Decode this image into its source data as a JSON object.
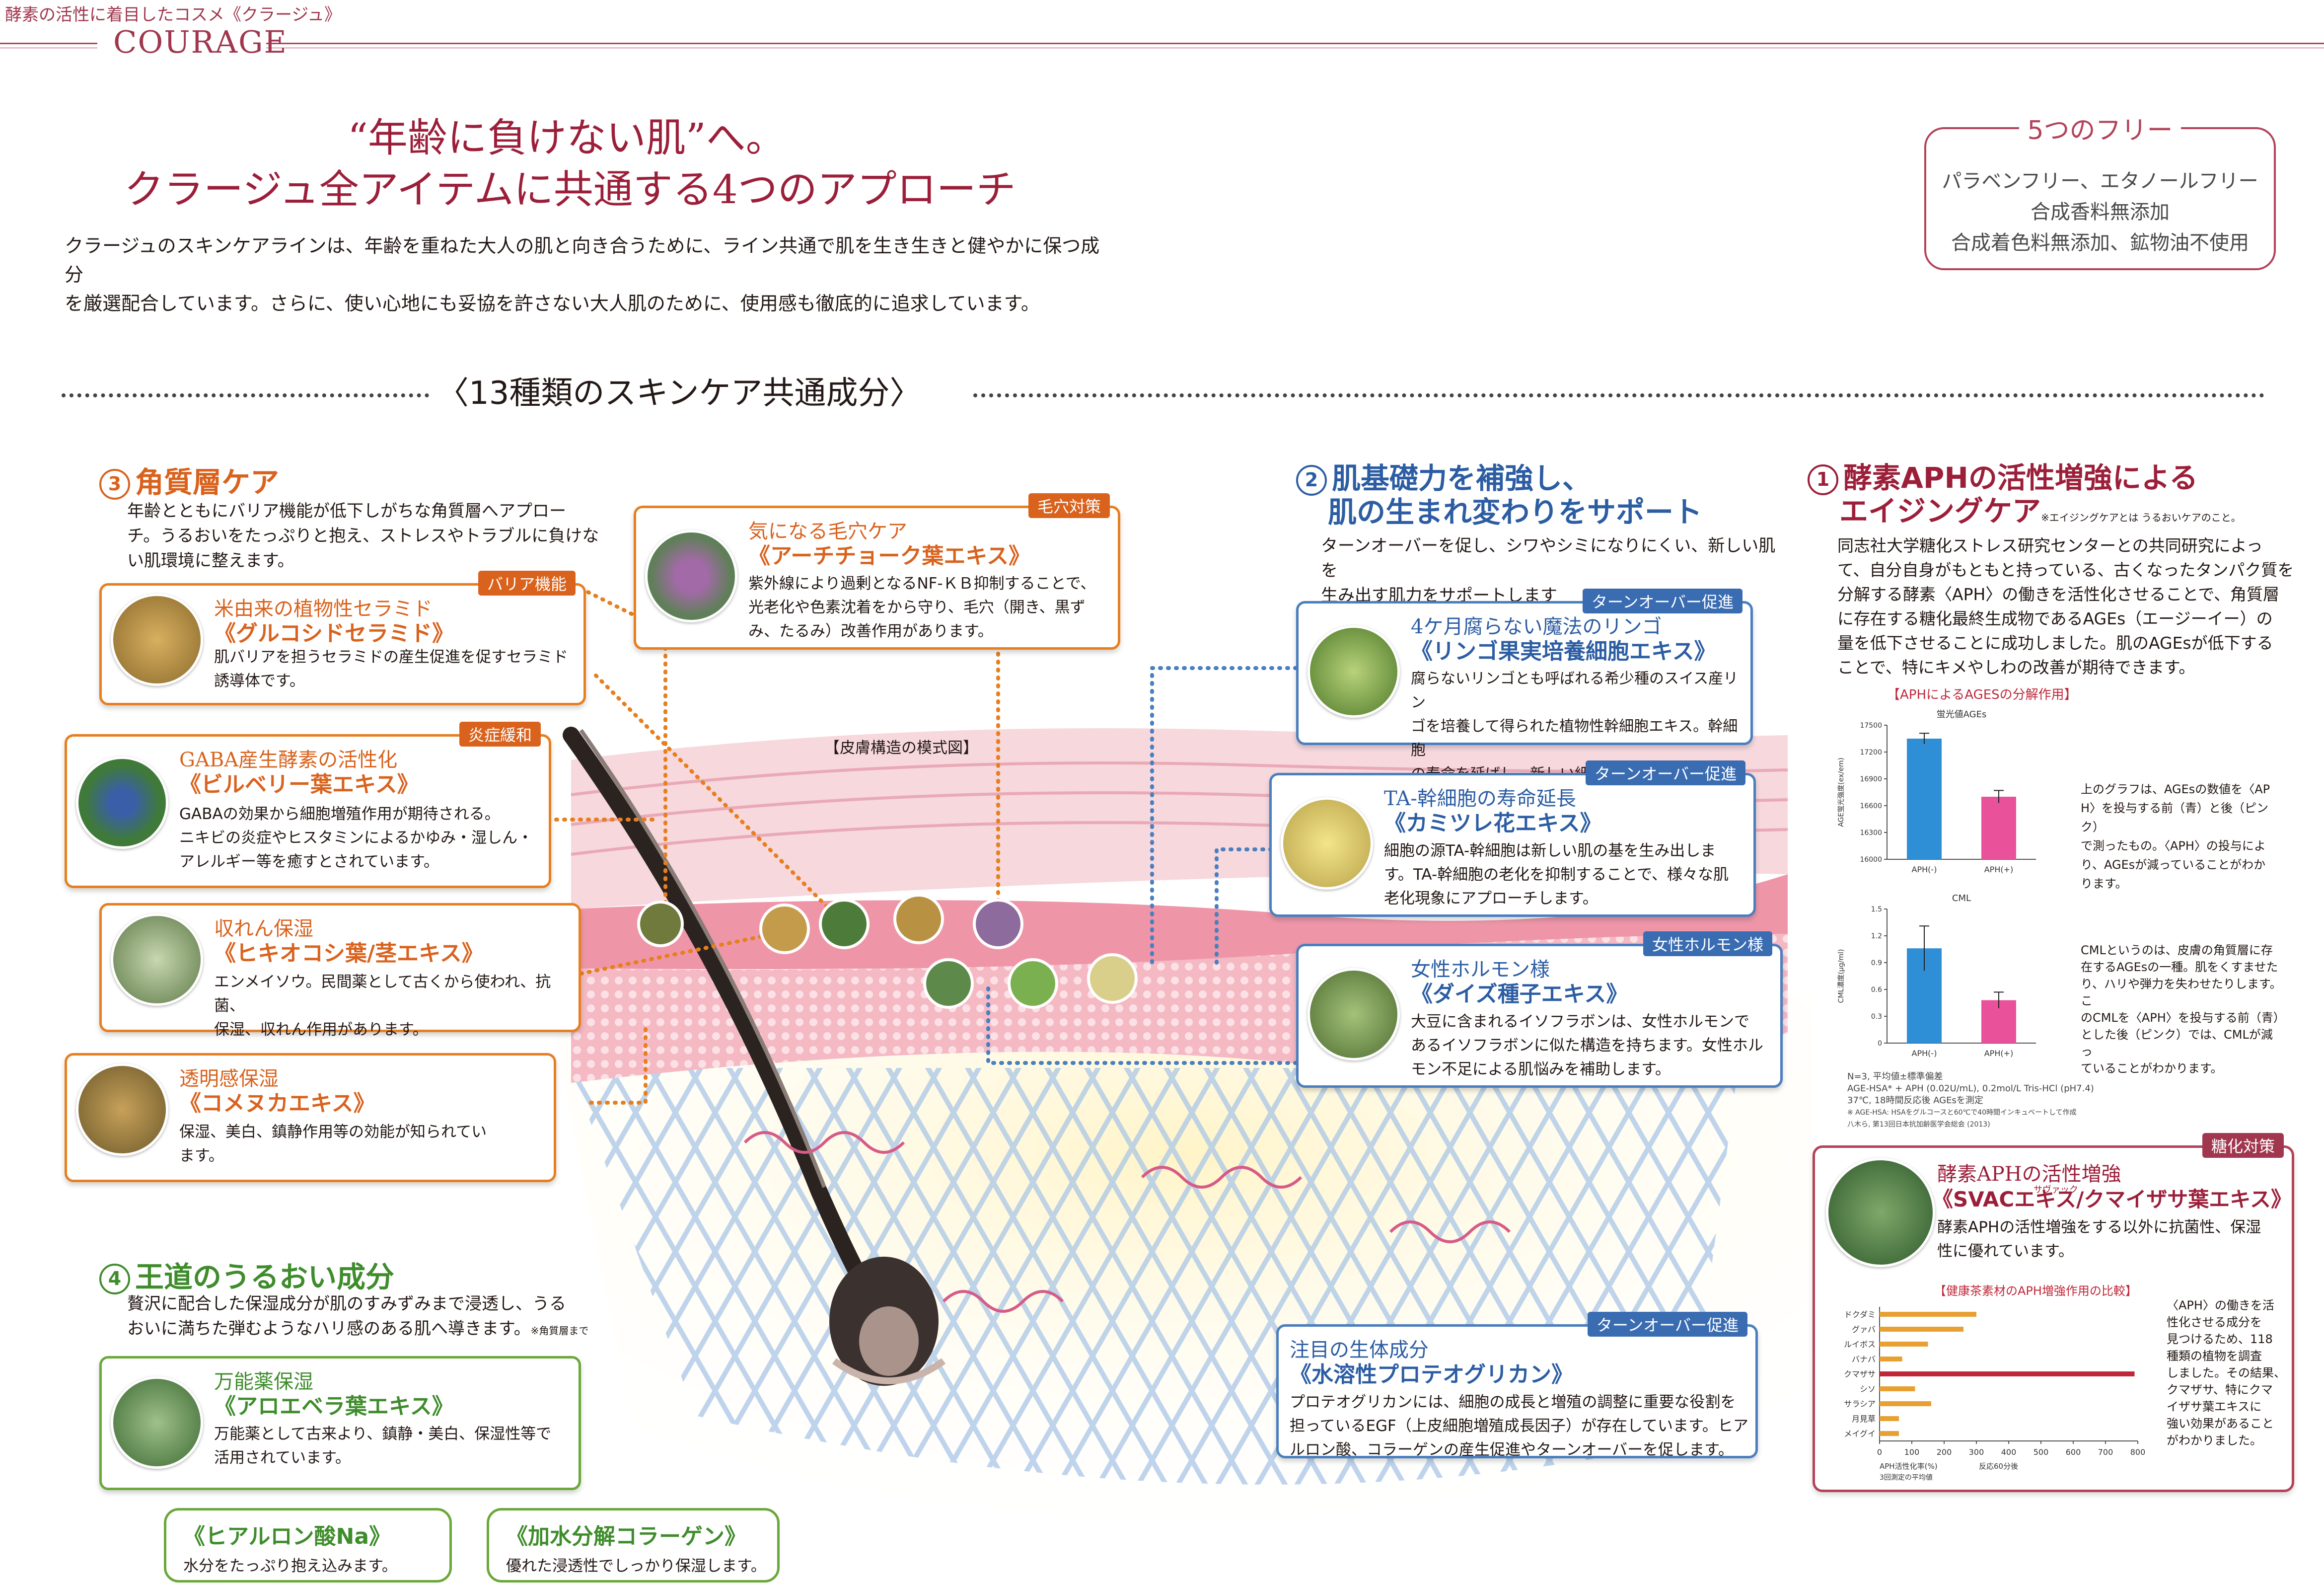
{
  "header": {
    "tagline": "酵素の活性に着目したコスメ《クラージュ》",
    "brand": "COURAGE"
  },
  "headline": {
    "line1": "“年齢に負けない肌”へ。",
    "line2": "クラージュ全アイテムに共通する4つのアプローチ"
  },
  "intro": {
    "line1": "クラージュのスキンケアラインは、年齢を重ねた大人の肌と向き合うために、ライン共通で肌を生き生きと健やかに保つ成分",
    "line2": "を厳選配合しています。さらに、使い心地にも妥協を許さない大人肌のために、使用感も徹底的に追求しています。"
  },
  "free_box": {
    "title": "5つのフリー",
    "line1": "パラベンフリー、エタノールフリー",
    "line2": "合成香料無添加",
    "line3": "合成着色料無添加、鉱物油不使用"
  },
  "section_title": "〈13種類のスキンケア共通成分〉",
  "diagram_label": "【皮膚構造の模式図】",
  "cat3": {
    "num": "3",
    "title": "角質層ケア",
    "desc1": "年齢とともにバリア機能が低下しがちな角質層へアプロー",
    "desc2": "チ。うるおいをたっぷりと抱え、ストレスやトラブルに負けな",
    "desc3": "い肌環境に整えます。"
  },
  "cat2": {
    "num": "2",
    "title1": "肌基礎力を補強し、",
    "title2": "肌の生まれ変わりをサポート",
    "desc1": "ターンオーバーを促し、シワやシミになりにくい、新しい肌を",
    "desc2": "生み出す肌力をサポートします"
  },
  "cat1": {
    "num": "1",
    "title1": "酵素APHの活性増強による",
    "title2": "エイジングケア",
    "note": "※エイジングケアとは うるおいケアのこと。",
    "desc1": "同志社大学糖化ストレス研究センターとの共同研究によっ",
    "desc2": "て、自分自身がもともと持っている、古くなったタンパク質を",
    "desc3": "分解する酵素〈APH〉の働きを活性化させることで、角質層",
    "desc4": "に存在する糖化最終生成物であるAGEs（エージーイー）の",
    "desc5": "量を低下させることに成功しました。肌のAGEsが低下する",
    "desc6": "ことで、特にキメやしわの改善が期待できます。"
  },
  "cat4": {
    "num": "4",
    "title": "王道のうるおい成分",
    "desc1": "贅沢に配合した保湿成分が肌のすみずみまで浸透し、うる",
    "desc2": "おいに満ちた弾むようなハリ感のある肌へ導きます。",
    "desc_note": "※角質層まで"
  },
  "cards": {
    "glucoside": {
      "tag": "バリア機能",
      "sub": "米由来の植物性セラミド",
      "name": "《グルコシドセラミド》",
      "t1": "肌バリアを担うセラミドの産生促進を促すセラミド",
      "t2": "誘導体です。"
    },
    "bilberry": {
      "tag": "炎症緩和",
      "sub": "GABA産生酵素の活性化",
      "name": "《ビルベリー葉エキス》",
      "t1": "GABAの効果から細胞増殖作用が期待される。",
      "t2": "ニキビの炎症やヒスタミンによるかゆみ・湿しん・",
      "t3": "アレルギー等を癒すとされています。"
    },
    "horsetail": {
      "sub": "収れん保湿",
      "name": "《ヒキオコシ葉/茎エキス》",
      "t1": "エンメイソウ。民間薬として古くから使われ、抗菌、",
      "t2": "保湿、収れん作用があります。"
    },
    "ricebran": {
      "sub": "透明感保湿",
      "name": "《コメヌカエキス》",
      "t1": "保湿、美白、鎮静作用等の効能が知られてい",
      "t2": "ます。"
    },
    "artichoke": {
      "tag": "毛穴対策",
      "sub": "気になる毛穴ケア",
      "name": "《アーチチョーク葉エキス》",
      "t1": "紫外線により過剰となるNF-ＫＢ抑制することで、",
      "t2": "光老化や色素沈着をから守り、毛穴（開き、黒ず",
      "t3": "み、たるみ）改善作用があります。"
    },
    "apple": {
      "tag": "ターンオーバー促進",
      "sub": "4ケ月腐らない魔法のリンゴ",
      "name": "《リンゴ果実培養細胞エキス》",
      "t1": "腐らないリンゴとも呼ばれる希少種のスイス産リン",
      "t2": "ゴを培養して得られた植物性幹細胞エキス。幹細胞",
      "t3": "の寿命を延ばし、新しい細胞の再生能力を助けます。"
    },
    "chamomile": {
      "tag": "ターンオーバー促進",
      "sub": "TA-幹細胞の寿命延長",
      "name": "《カミツレ花エキス》",
      "t1": "細胞の源TA-幹細胞は新しい肌の基を生み出しま",
      "t2": "す。TA-幹細胞の老化を抑制することで、様々な肌",
      "t3": "老化現象にアプローチします。"
    },
    "soy": {
      "tag": "女性ホルモン様",
      "sub": "女性ホルモン様",
      "name": "《ダイズ種子エキス》",
      "t1": "大豆に含まれるイソフラボンは、女性ホルモンで",
      "t2": "あるイソフラボンに似た構造を持ちます。女性ホル",
      "t3": "モン不足による肌悩みを補助します。"
    },
    "proteoglycan": {
      "tag": "ターンオーバー促進",
      "sub": "注目の生体成分",
      "name": "《水溶性プロテオグリカン》",
      "t1": "プロテオグリカンには、細胞の成長と増殖の調整に重要な役割を",
      "t2": "担っているEGF（上皮細胞増殖成長因子）が存在しています。ヒア",
      "t3": "ルロン酸、コラーゲンの産生促進やターンオーバーを促します。"
    },
    "aloe": {
      "sub": "万能薬保湿",
      "name": "《アロエベラ葉エキス》",
      "t1": "万能薬として古来より、鎮静・美白、保湿性等で",
      "t2": "活用されています。"
    },
    "svac": {
      "tag": "糖化対策",
      "sub": "酵素APHの活性増強",
      "ruby": "サヴァック",
      "name": "《SVACエキス/クマイザサ葉エキス》",
      "t1": "酵素APHの活性増強をする以外に抗菌性、保湿",
      "t2": "性に優れています。"
    }
  },
  "pills": {
    "hyaluronic": {
      "name": "《ヒアルロン酸Na》",
      "text": "水分をたっぷり抱え込みます。"
    },
    "collagen": {
      "name": "《加水分解コラーゲン》",
      "text": "優れた浸透性でしっかり保湿します。"
    }
  },
  "chart_panel": {
    "title": "【APHによるAGESの分解作用】",
    "note1_1": "上のグラフは、AGEsの数値を〈AP",
    "note1_2": "H〉を投与する前（青）と後（ピンク）",
    "note1_3": "で測ったもの。〈APH〉の投与によ",
    "note1_4": "り、AGEsが減っていることがわか",
    "note1_5": "ります。",
    "note2_1": "CMLというのは、皮膚の角質層に存",
    "note2_2": "在するAGEsの一種。肌をくすませた",
    "note2_3": "り、ハリや弾力を失わせたりします。こ",
    "note2_4": "のCMLを〈APH〉を投与する前（青）",
    "note2_5": "とした後（ピンク）では、CMLが減っ",
    "note2_6": "ていることがわかります。",
    "fn1": "N=3, 平均値±標準偏差",
    "fn2": "AGE-HSA* + APH (0.02U/mL), 0.2mol/L Tris-HCl (pH7.4)",
    "fn3": "37℃, 18時間反応後 AGEsを測定",
    "fn4": "※ AGE-HSA: HSAをグルコースと60℃で40時間インキュベートして作成",
    "fn5": "八木ら, 第13回日本抗加齢医学会総会 (2013)"
  },
  "svac_chart_title": "【健康茶素材のAPH増強作用の比較】",
  "svac_note": {
    "l1": "〈APH〉の働きを活",
    "l2": "性化させる成分を",
    "l3": "見つけるため、118",
    "l4": "種類の植物を調査",
    "l5": "しました。その結果、",
    "l6": "クマザサ、特にクマ",
    "l7": "イザサ葉エキスに",
    "l8": "強い効果があること",
    "l9": "がわかりました。"
  },
  "colors": {
    "brand": "#a0374e",
    "orange": "#d9621d",
    "blue": "#2c5da3",
    "green": "#3f8c2c",
    "bar_blue": "#2e8fd6",
    "bar_pink": "#e9529a",
    "bar_orange": "#e8a033",
    "bar_red": "#c0283a"
  },
  "chart_data": [
    {
      "type": "bar",
      "title": "蛍光値AGEs",
      "ylabel": "AGE蛍光強度(ex/em)",
      "categories": [
        "APH(-)",
        "APH(+)"
      ],
      "values": [
        17350,
        16700
      ],
      "errors": [
        60,
        70
      ],
      "ylim": [
        16000,
        17500
      ],
      "yticks": [
        16000,
        16300,
        16600,
        16900,
        17200,
        17500
      ]
    },
    {
      "type": "bar",
      "title": "CML",
      "ylabel": "CML濃度(μg/ml)",
      "categories": [
        "APH(-)",
        "APH(+)"
      ],
      "values": [
        1.06,
        0.48
      ],
      "errors": [
        0.25,
        0.09
      ],
      "ylim": [
        0,
        1.5
      ],
      "yticks": [
        0,
        0.3,
        0.6,
        0.9,
        1.2,
        1.5
      ]
    },
    {
      "type": "bar",
      "orientation": "horizontal",
      "title": "【健康茶素材のAPH増強作用の比較】",
      "xlabel": "APH活性化率(%)",
      "xlabel2": "反応60分後",
      "xlabel3": "3回測定の平均値",
      "categories": [
        "ドクダミ",
        "グァバ",
        "ルイボス",
        "バナバ",
        "クマザサ",
        "シソ",
        "サラシア",
        "月見草",
        "メイグイ"
      ],
      "values": [
        300,
        260,
        150,
        70,
        790,
        110,
        160,
        60,
        60
      ],
      "xlim": [
        0,
        800
      ],
      "xticks": [
        0,
        100,
        200,
        300,
        400,
        500,
        600,
        700,
        800
      ]
    }
  ]
}
